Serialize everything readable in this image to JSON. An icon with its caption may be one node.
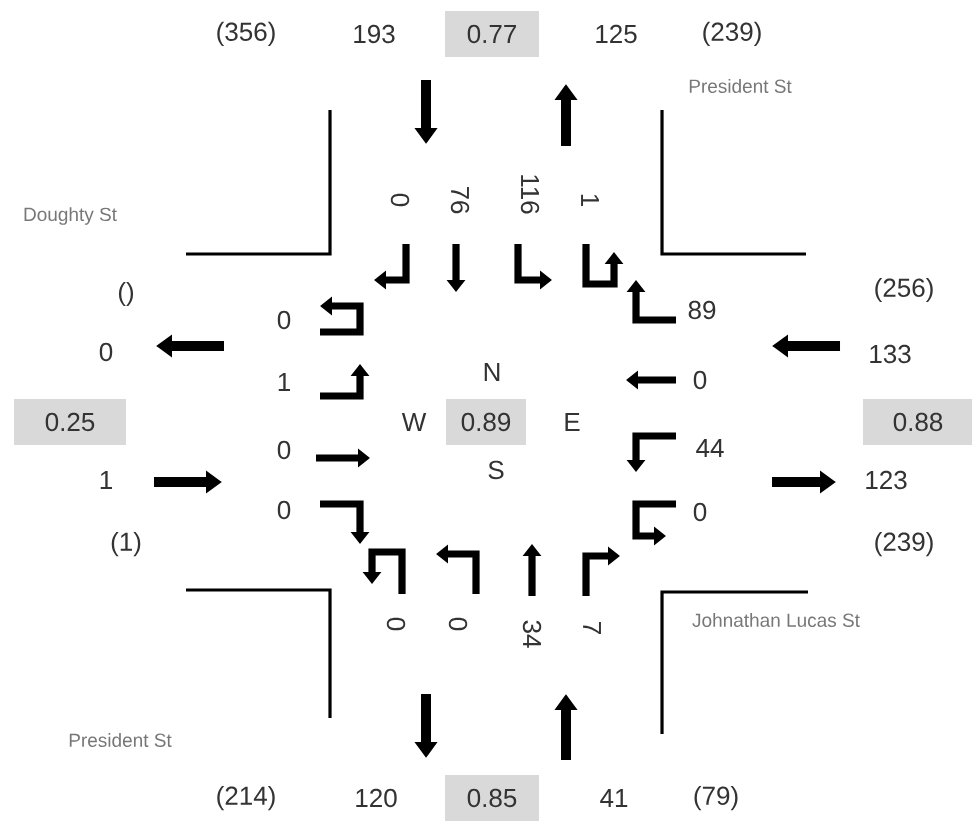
{
  "diagram": {
    "nodes": [
      {
        "text": [
          "0.77"
        ]
      },
      {
        "text": [
          "0.25"
        ]
      },
      {
        "text": [
          "0.89"
        ]
      },
      {
        "text": [
          "0.88"
        ]
      },
      {
        "text": [
          "0.85"
        ]
      }
    ],
    "labels": [
      "(356)",
      "193",
      "125",
      "(239)",
      "President St",
      "0",
      "76",
      "116",
      "1",
      "Doughty St",
      "()",
      "(256)",
      "0",
      "89",
      "0",
      "133",
      "1",
      "N",
      "0",
      "W",
      "E",
      "0",
      "S",
      "44",
      "1",
      "123",
      "0",
      "0",
      "(1)",
      "(239)",
      "0",
      "0",
      "34",
      "7",
      "Johnathan Lucas St",
      "President St",
      "(214)",
      "120",
      "41",
      "(79)"
    ]
  }
}
